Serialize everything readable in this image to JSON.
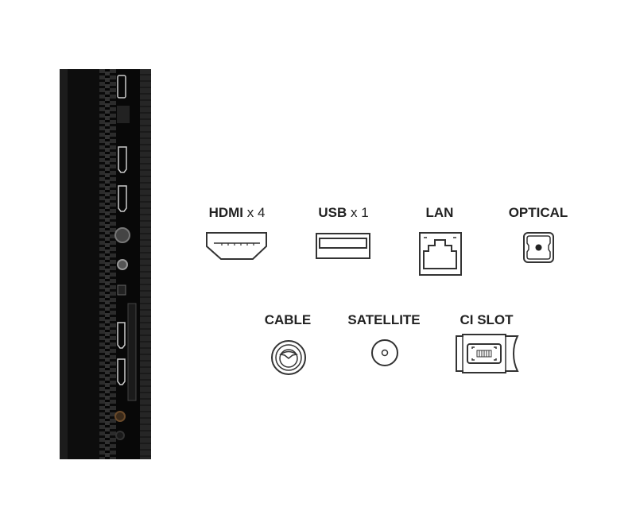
{
  "ports": {
    "hdmi": {
      "label": "HDMI",
      "count": "x 4"
    },
    "usb": {
      "label": "USB",
      "count": "x 1"
    },
    "lan": {
      "label": "LAN"
    },
    "optical": {
      "label": "OPTICAL"
    },
    "cable": {
      "label": "CABLE"
    },
    "satellite": {
      "label": "SATELLITE"
    },
    "ci_slot": {
      "label": "CI SLOT"
    }
  }
}
